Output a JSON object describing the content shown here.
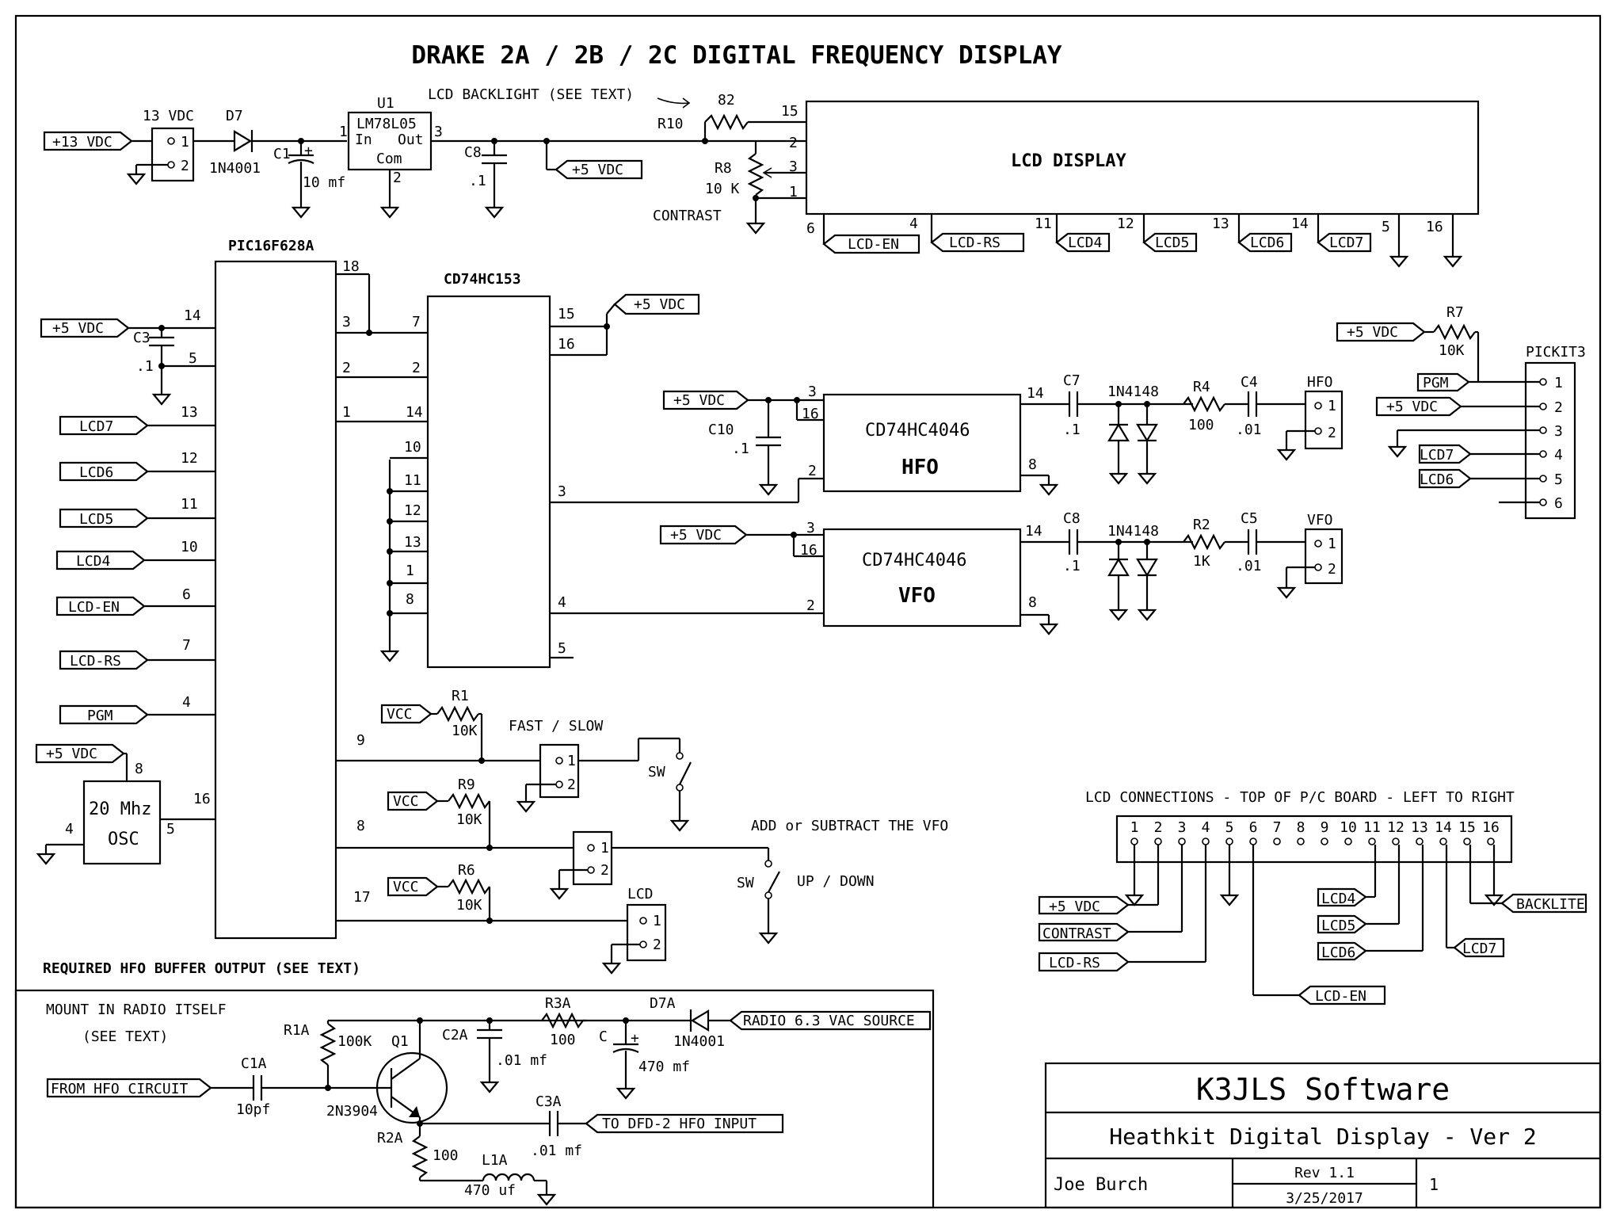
{
  "title": "DRAKE 2A / 2B / 2C DIGITAL FREQUENCY DISPLAY",
  "lcd_backlight_note": "LCD BACKLIGHT (SEE TEXT)",
  "power": {
    "input": "+13 VDC",
    "connector": "13 VDC",
    "pins": [
      "1",
      "2"
    ],
    "diode": "D7",
    "diode_part": "1N4001",
    "cap": "C1",
    "cap_val": "10 mf",
    "reg": "U1",
    "reg_part": "LM78L05",
    "reg_in": "In",
    "reg_out": "Out",
    "reg_com": "Com",
    "reg_pin_in": "1",
    "reg_pin_out": "3",
    "reg_pin_com": "2",
    "c8": "C8",
    "c8_val": ".1",
    "out": "+5 VDC"
  },
  "lcd": {
    "label": "LCD DISPLAY",
    "r10": "R10",
    "r10_val": "82",
    "r8": "R8",
    "r8_val": "10 K",
    "contrast": "CONTRAST",
    "pin15": "15",
    "pin2": "2",
    "pin3": "3",
    "pin1": "1",
    "bottom_pins": [
      "6",
      "4",
      "11",
      "12",
      "13",
      "14",
      "5",
      "16"
    ],
    "bottom_tags": [
      "LCD-EN",
      "LCD-RS",
      "LCD4",
      "LCD5",
      "LCD6",
      "LCD7"
    ]
  },
  "pic": {
    "label": "PIC16F628A",
    "left_pins": [
      "14",
      "5",
      "13",
      "12",
      "11",
      "10",
      "6",
      "7",
      "4",
      "16"
    ],
    "right_pins": [
      "18",
      "3",
      "2",
      "1",
      "9",
      "8",
      "17"
    ],
    "vdd": "+5 VDC",
    "c3": "C3",
    "c3_val": ".1",
    "tags": [
      "LCD7",
      "LCD6",
      "LCD5",
      "LCD4",
      "LCD-EN",
      "LCD-RS",
      "PGM"
    ]
  },
  "osc": {
    "label1": "20 Mhz",
    "label2": "OSC",
    "vdd": "+5 VDC",
    "pin8": "8",
    "pin4": "4",
    "pin5": "5"
  },
  "mux": {
    "label": "CD74HC153",
    "left_pins": [
      "7",
      "2",
      "14",
      "10",
      "11",
      "12",
      "13",
      "1",
      "8"
    ],
    "right_pins": [
      "15",
      "16",
      "3",
      "4",
      "5"
    ],
    "vdd": "+5 VDC"
  },
  "hfo": {
    "chip": "CD74HC4046",
    "name": "HFO",
    "vdd": "+5 VDC",
    "c10": "C10",
    "c10_val": ".1",
    "c7": "C7",
    "c7_val": ".1",
    "diodes": "1N4148",
    "r4": "R4",
    "r4_val": "100",
    "c4": "C4",
    "c4_val": ".01",
    "conn": "HFO",
    "pins": [
      "3",
      "16",
      "2",
      "14",
      "8"
    ]
  },
  "vfo": {
    "chip": "CD74HC4046",
    "name": "VFO",
    "vdd": "+5 VDC",
    "c8": "C8",
    "c8_val": ".1",
    "diodes": "1N4148",
    "r2": "R2",
    "r2_val": "1K",
    "c5": "C5",
    "c5_val": ".01",
    "conn": "VFO",
    "pins": [
      "3",
      "16",
      "2",
      "14",
      "8"
    ]
  },
  "pickit": {
    "label": "PICKIT3",
    "r7": "R7",
    "r7_val": "10K",
    "vdd": "+5 VDC",
    "pins": [
      "1",
      "2",
      "3",
      "4",
      "5",
      "6"
    ],
    "tags": [
      "PGM",
      "+5 VDC",
      "LCD7",
      "LCD6"
    ]
  },
  "switches": {
    "vcc": "VCC",
    "r1": "R1",
    "r1_val": "10K",
    "r9": "R9",
    "r9_val": "10K",
    "r6": "R6",
    "r6_val": "10K",
    "fast_slow": "FAST / SLOW",
    "sw": "SW",
    "add_sub": "ADD or SUBTRACT THE VFO",
    "up_down": "UP / DOWN",
    "lcd": "LCD",
    "pins": [
      "1",
      "2"
    ]
  },
  "lcd_conn": {
    "title": "LCD CONNECTIONS - TOP OF P/C BOARD - LEFT TO RIGHT",
    "pins": [
      "1",
      "2",
      "3",
      "4",
      "5",
      "6",
      "7",
      "8",
      "9",
      "10",
      "11",
      "12",
      "13",
      "14",
      "15",
      "16"
    ],
    "tags": [
      "+5 VDC",
      "CONTRAST",
      "LCD-RS",
      "LCD-EN",
      "LCD4",
      "LCD5",
      "LCD6",
      "LCD7",
      "BACKLITE"
    ]
  },
  "buffer": {
    "header": "REQUIRED HFO BUFFER OUTPUT (SEE TEXT)",
    "mount1": "MOUNT IN RADIO ITSELF",
    "mount2": "(SEE TEXT)",
    "from": "FROM HFO CIRCUIT",
    "c1a": "C1A",
    "c1a_val": "10pf",
    "r1a": "R1A",
    "r1a_val": "100K",
    "q1": "Q1",
    "q1_part": "2N3904",
    "c2a": "C2A",
    "c2a_val": ".01 mf",
    "r3a": "R3A",
    "r3a_val": "100",
    "c": "C",
    "c_val": "470 mf",
    "d7a": "D7A",
    "d7a_part": "1N4001",
    "source": "RADIO 6.3 VAC SOURCE",
    "c3a": "C3A",
    "c3a_val": ".01 mf",
    "to": "TO DFD-2 HFO INPUT",
    "r2a": "R2A",
    "r2a_val": "100",
    "l1a": "L1A",
    "l1a_val": "470 uf"
  },
  "title_block": {
    "company": "K3JLS Software",
    "project": "Heathkit Digital Display - Ver 2",
    "author": "Joe Burch",
    "rev": "Rev 1.1",
    "date": "3/25/2017",
    "sheet": "1"
  }
}
